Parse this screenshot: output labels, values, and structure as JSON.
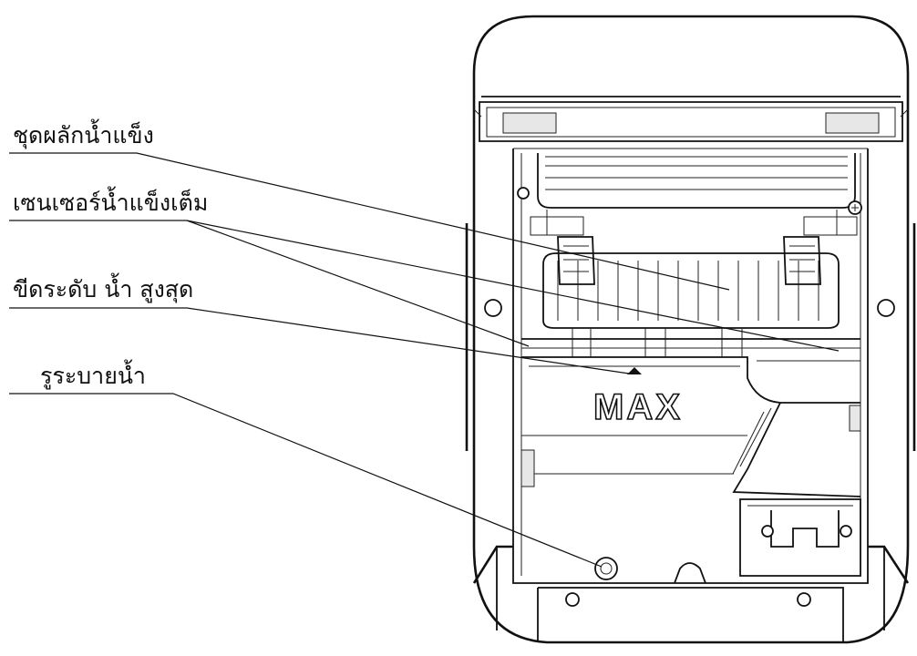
{
  "diagram": {
    "callouts": [
      {
        "id": "ice-harvest",
        "label": "ชุดผลักน้ำแข็ง"
      },
      {
        "id": "ice-full-sensor",
        "label": "เซนเซอร์น้ำแข็งเต็ม"
      },
      {
        "id": "max-water-line",
        "label": "ขีดระดับ น้ำ สูงสุด"
      },
      {
        "id": "drain-hole",
        "label": "รูระบายน้ำ"
      }
    ],
    "max_mark": "MAX",
    "colors": {
      "stroke": "#111111",
      "background": "#ffffff",
      "shade": "#e7e7e7"
    }
  }
}
